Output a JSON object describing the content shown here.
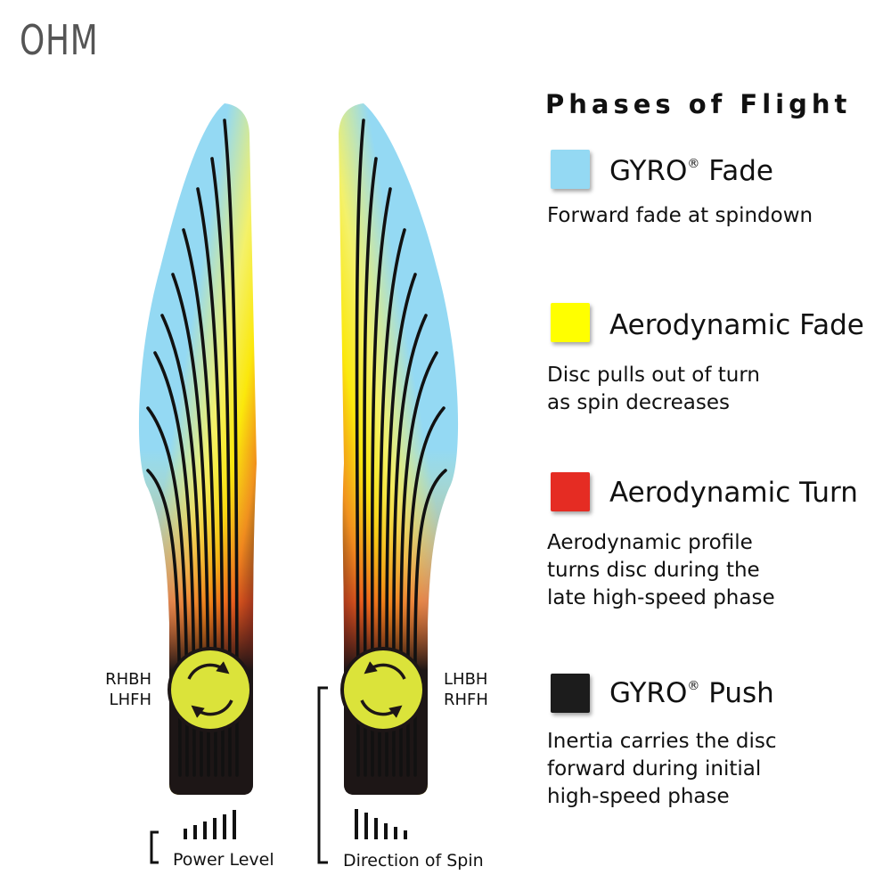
{
  "brand": {
    "name": "OHM"
  },
  "legend": {
    "title": "Phases of Flight",
    "items": [
      {
        "key": "gyro-fade",
        "name": "GYRO",
        "registered": "®",
        "suffix": " Fade",
        "color": "#94d9f3",
        "desc": [
          "Forward fade at spindown"
        ]
      },
      {
        "key": "aero-fade",
        "name": "Aerodynamic Fade",
        "registered": "",
        "suffix": "",
        "color": "#ffff00",
        "desc": [
          "Disc pulls out of turn",
          "as spin decreases"
        ]
      },
      {
        "key": "aero-turn",
        "name": "Aerodynamic Turn",
        "registered": "",
        "suffix": "",
        "color": "#e52c23",
        "desc": [
          "Aerodynamic profile",
          "turns disc during the",
          "late high-speed phase"
        ]
      },
      {
        "key": "gyro-push",
        "name": "GYRO",
        "registered": "®",
        "suffix": " Push",
        "color": "#1c1c1c",
        "desc": [
          "Inertia carries the disc",
          "forward during initial",
          "high-speed phase"
        ]
      }
    ]
  },
  "diagram": {
    "left_throws": [
      "RHBH",
      "LHFH"
    ],
    "right_throws": [
      "LHBH",
      "RHFH"
    ],
    "power_label": "Power Level",
    "spin_label": "Direction of Spin",
    "knob_color": "#dbe33a",
    "body_color": "#1d1616"
  }
}
